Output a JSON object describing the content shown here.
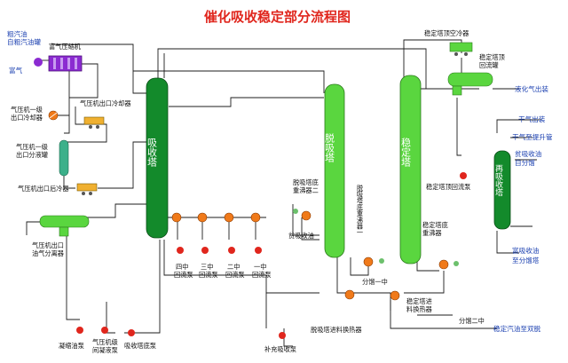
{
  "title": "催化吸收稳定部分流程图",
  "labels": {
    "crude_gasoline": "粗汽油",
    "crude_gasoline_src": "自粗汽油罐",
    "rich_gas_compressor": "富气压缩机",
    "rich_gas": "富气",
    "cooler1": "气压机一级",
    "cooler1b": "出口冷却器",
    "outlet_cooler": "气压机出口冷却器",
    "sep1": "气压机一级",
    "sep1b": "出口分液罐",
    "post_cooler": "气压机出口后冷器",
    "sep2a": "气压机出口",
    "sep2b": "油气分离器",
    "absorber_tower": "吸收塔",
    "desorber_tower": "脱吸塔",
    "stabilizer_tower": "稳定塔",
    "reabsorber_tower": "再吸收塔",
    "pump4": "四中",
    "pump3": "三中",
    "pump2": "二中",
    "pump1": "一中",
    "reflux_pump": "回流泵",
    "condensate_pump": "凝缩油泵",
    "cond2a": "气压机级",
    "cond2b": "间凝液泵",
    "absorber_bottom_pump": "吸收塔底泵",
    "makeup_pump": "补充吸收泵",
    "desorb_reb1": "脱吸塔底",
    "desorb_reb1b": "重沸器二",
    "desorb_reb2": "脱吸塔底重沸器一",
    "lean_oil": "贫吸收油",
    "fen_mid_one": "分馏一中",
    "stab_reb_a": "稳定塔底",
    "stab_reb_b": "重沸器",
    "stab_feed_a": "稳定塔进",
    "stab_feed_b": "料换热器",
    "desorb_feed": "脱吸塔进料换热器",
    "fen_mid_two": "分馏二中",
    "stab_overhead_cooler": "稳定塔顶空冷器",
    "stab_reflux_drum_a": "稳定塔顶",
    "stab_reflux_drum_b": "回流罐",
    "stab_reflux_pump": "稳定塔顶回流泵",
    "lpg_out": "液化气出装",
    "dry_gas_out": "干气出装",
    "dry_gas_lift": "干气至提升管",
    "lean_oil_from_a": "贫吸收油",
    "lean_oil_from_b": "自分馏",
    "rich_oil_a": "富吸收油",
    "rich_oil_b": "至分馏塔",
    "stable_gasoline": "稳定汽油至双脱"
  },
  "colors": {
    "title": "#e0261d",
    "tower_dark": "#138a2b",
    "tower_light": "#5ad63f",
    "pump": "#e0261d",
    "compressor": "#8b2bd1"
  }
}
